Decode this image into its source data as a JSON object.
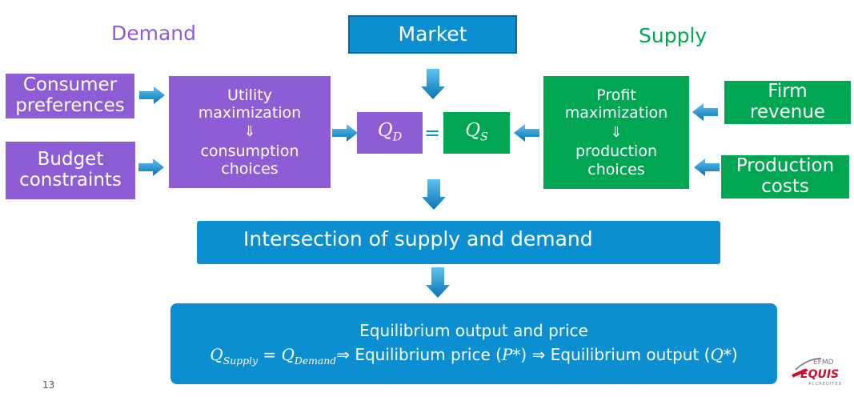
{
  "headers": {
    "demand": "Demand",
    "market": "Market",
    "supply": "Supply"
  },
  "demand": {
    "inputs": {
      "consumer_preferences": [
        "Consumer",
        "preferences"
      ],
      "budget_constraints": [
        "Budget",
        "constraints"
      ]
    },
    "process": {
      "line1": "Utility",
      "line2": "maximization",
      "implies": "⇓",
      "line3": "consumption",
      "line4": "choices"
    }
  },
  "supply": {
    "inputs": {
      "firm_revenue": [
        "Firm",
        "revenue"
      ],
      "production_costs": [
        "Production",
        "costs"
      ]
    },
    "process": {
      "line1": "Profit",
      "line2": "maximization",
      "implies": "⇓",
      "line3": "production",
      "line4": "choices"
    }
  },
  "equation": {
    "qd_var": "Q",
    "qd_sub": "D",
    "equals": "=",
    "qs_var": "Q",
    "qs_sub": "S"
  },
  "intersection": "Intersection of supply and demand",
  "result": {
    "title": "Equilibrium output and price",
    "q": "Q",
    "supply_sub": "Supply",
    "eq": " = ",
    "demand_sub": "Demand",
    "implies1": "⇒ Equilibrium price (",
    "p_star": "P*",
    "implies2": ") ⇒ Equilibrium output (",
    "q_star": "Q*",
    "close": ")"
  },
  "page_number": "13",
  "logo": {
    "top": "EFMD",
    "main": "EQUIS",
    "bottom": "ACCREDITED"
  },
  "colors": {
    "purple": "#8e5dd6",
    "green": "#00a651",
    "blue": "#0b8fd1",
    "arrow": "#0b7fc0"
  }
}
